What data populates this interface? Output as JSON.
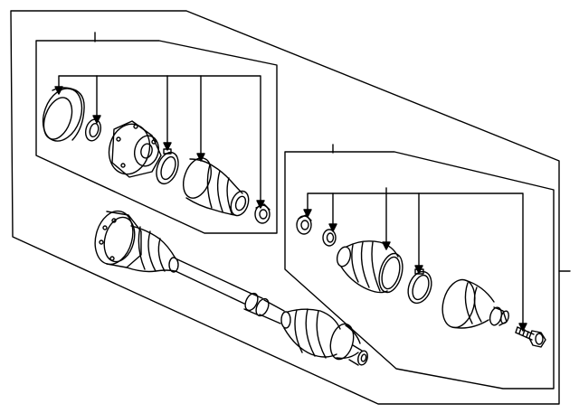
{
  "diagram": {
    "callouts": {
      "upper_kit": "",
      "lower_kit": "",
      "main_assembly": ""
    },
    "parts": [
      "dust-cap",
      "circlip",
      "inner-cv-joint",
      "small-clamp",
      "inner-boot",
      "boot-clamp",
      "axle-shaft-assembly",
      "outer-boot",
      "large-clamp",
      "outer-cv-joint",
      "axle-bolt"
    ]
  }
}
